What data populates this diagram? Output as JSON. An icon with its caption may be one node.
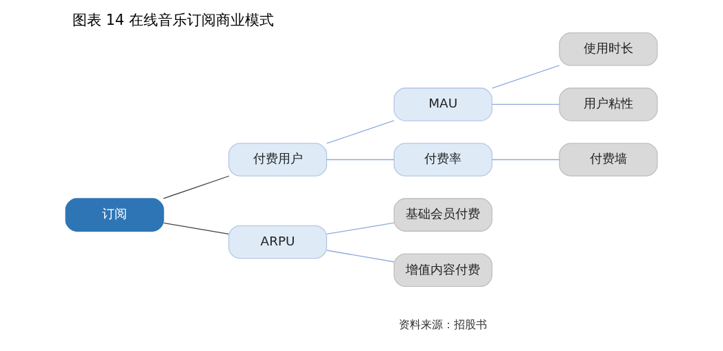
{
  "diagram": {
    "title": "图表 14 在线音乐订阅商业模式",
    "caption": "资料来源：招股书",
    "nodes": [
      {
        "text": [
          "订阅"
        ]
      },
      {
        "text": [
          "付费用户"
        ]
      },
      {
        "text": [
          "ARPU"
        ]
      },
      {
        "text": [
          "MAU"
        ]
      },
      {
        "text": [
          "付费率"
        ]
      },
      {
        "text": [
          "使用时长"
        ]
      },
      {
        "text": [
          "用户粘性"
        ]
      },
      {
        "text": [
          "付费墙"
        ]
      },
      {
        "text": [
          "基础会员付费"
        ]
      },
      {
        "text": [
          "增值内容付费"
        ]
      }
    ],
    "edges": [
      {
        "from": 0,
        "to": 1,
        "arrow": "none",
        "color": "#404040"
      },
      {
        "from": 0,
        "to": 2,
        "arrow": "none",
        "color": "#404040"
      },
      {
        "from": 1,
        "to": 3,
        "arrow": "none"
      },
      {
        "from": 1,
        "to": 4,
        "arrow": "none"
      },
      {
        "from": 3,
        "to": 5,
        "arrow": "none"
      },
      {
        "from": 3,
        "to": 6,
        "arrow": "none"
      },
      {
        "from": 4,
        "to": 7,
        "arrow": "none"
      },
      {
        "from": 2,
        "to": 8,
        "arrow": "none"
      },
      {
        "from": 2,
        "to": 9,
        "arrow": "none"
      }
    ]
  }
}
